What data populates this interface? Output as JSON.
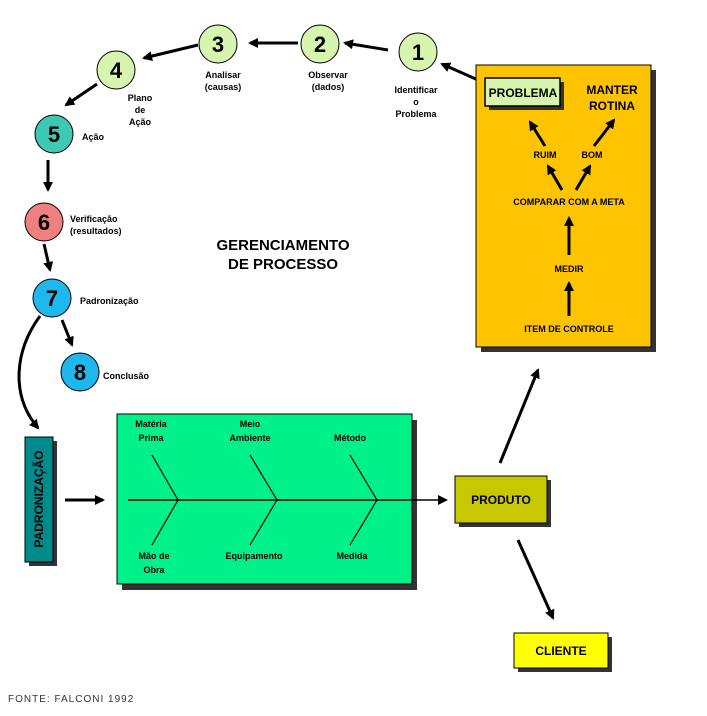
{
  "title": [
    "GERENCIAMENTO",
    "DE PROCESSO"
  ],
  "steps": [
    {
      "num": "1",
      "label": [
        "Identificar",
        "o",
        "Problema"
      ],
      "color": "#d8f5b0"
    },
    {
      "num": "2",
      "label": [
        "Observar",
        "(dados)"
      ],
      "color": "#d8f5b0"
    },
    {
      "num": "3",
      "label": [
        "Analisar",
        "(causas)"
      ],
      "color": "#d8f5b0"
    },
    {
      "num": "4",
      "label": [
        "Plano",
        "de",
        "Ação"
      ],
      "color": "#d8f5b0"
    },
    {
      "num": "5",
      "label": [
        "Ação"
      ],
      "color": "#3fc9b4"
    },
    {
      "num": "6",
      "label": [
        "Verificação",
        "(resultados)"
      ],
      "color": "#f08080"
    },
    {
      "num": "7",
      "label": [
        "Padronização"
      ],
      "color": "#1fb8ee"
    },
    {
      "num": "8",
      "label": [
        "Conclusão"
      ],
      "color": "#1fb8ee"
    }
  ],
  "control_box": {
    "problema": "PROBLEMA",
    "manter": [
      "MANTER",
      "ROTINA"
    ],
    "ruim": "RUIM",
    "bom": "BOM",
    "comparar": "COMPARAR COM A META",
    "medir": "MEDIR",
    "item": "ITEM DE CONTROLE"
  },
  "padronizacao_box": "PADRONIZAÇÃO",
  "fishbone": {
    "top": [
      [
        "Matéria",
        "Prima"
      ],
      [
        "Meio",
        "Ambiente"
      ],
      [
        "Método"
      ]
    ],
    "bottom": [
      [
        "Mão de",
        "Obra"
      ],
      [
        "Equipamento"
      ],
      [
        "Medida"
      ]
    ]
  },
  "produto": "PRODUTO",
  "cliente": "CLIENTE",
  "source": "FONTE: FALCONI 1992",
  "colors": {
    "yellow_box": "#ffc400",
    "green_box": "#00f08a",
    "teal_box": "#008b8b",
    "olive_box": "#c8c800",
    "cliente_box": "#ffff00",
    "shadow": "#333333"
  }
}
